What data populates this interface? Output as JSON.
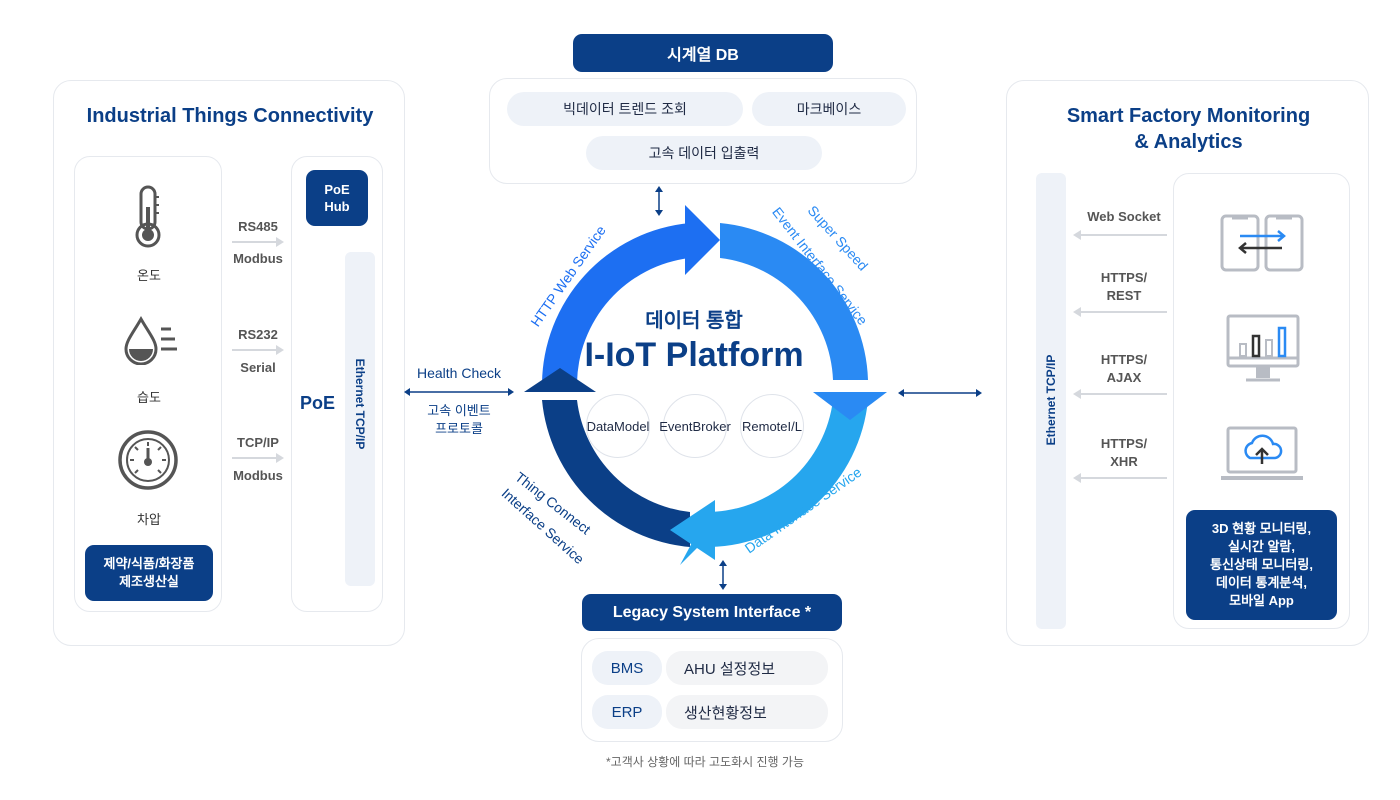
{
  "left": {
    "title": "Industrial Things Connectivity",
    "sensors": [
      {
        "label": "온도",
        "icon": "thermometer-icon"
      },
      {
        "label": "습도",
        "icon": "humidity-icon"
      },
      {
        "label": "차압",
        "icon": "gauge-icon"
      }
    ],
    "site_label": "제약/식품/화장품\n제조생산실",
    "protocols": [
      {
        "line1": "RS485",
        "line2": "Modbus"
      },
      {
        "line1": "RS232",
        "line2": "Serial"
      },
      {
        "line1": "TCP/IP",
        "line2": "Modbus"
      }
    ],
    "poe_hub": "PoE\nHub",
    "poe": "PoE",
    "ethernet": "Ethernet TCP/IP"
  },
  "db": {
    "title": "시계열 DB",
    "pills": [
      "빅데이터 트렌드 조회",
      "마크베이스",
      "고속 데이터 입출력"
    ]
  },
  "center": {
    "subtitle": "데이터 통합",
    "title": "I-IoT Platform",
    "modules": [
      {
        "line1": "Data",
        "line2": "Model"
      },
      {
        "line1": "Event",
        "line2": "Broker"
      },
      {
        "line1": "Remote",
        "line2": "I/L"
      }
    ],
    "ring_labels": {
      "http": "HTTP Web Service",
      "event_1": "Super Speed",
      "event_2": "Event Interface Service",
      "data": "Data Interface Service",
      "thing_1": "Thing Connect",
      "thing_2": "Interface Service"
    },
    "health_check": "Health Check",
    "health_sub": "고속 이벤트\n프로토콜"
  },
  "legacy": {
    "title": "Legacy System Interface *",
    "rows": [
      {
        "tag": "BMS",
        "value": "AHU 설정정보"
      },
      {
        "tag": "ERP",
        "value": "생산현황정보"
      }
    ],
    "footnote": "*고객사 상황에 따라 고도화시 진행 가능"
  },
  "right": {
    "title_1": "Smart Factory Monitoring",
    "title_2": "& Analytics",
    "ethernet": "Ethernet TCP/IP",
    "channels": [
      {
        "line1": "Web Socket",
        "line2": ""
      },
      {
        "line1": "HTTPS/",
        "line2": "REST"
      },
      {
        "line1": "HTTPS/",
        "line2": "AJAX"
      },
      {
        "line1": "HTTPS/",
        "line2": "XHR"
      }
    ],
    "features": "3D 현황 모니터링,\n실시간 알람,\n통신상태 모니터링,\n데이터 통계분석,\n모바일 App"
  },
  "colors": {
    "navy": "#0b3f87",
    "ring_blue": "#1d6ff2",
    "ring_light": "#2aa3ef",
    "ring_dark": "#0b3f87"
  }
}
